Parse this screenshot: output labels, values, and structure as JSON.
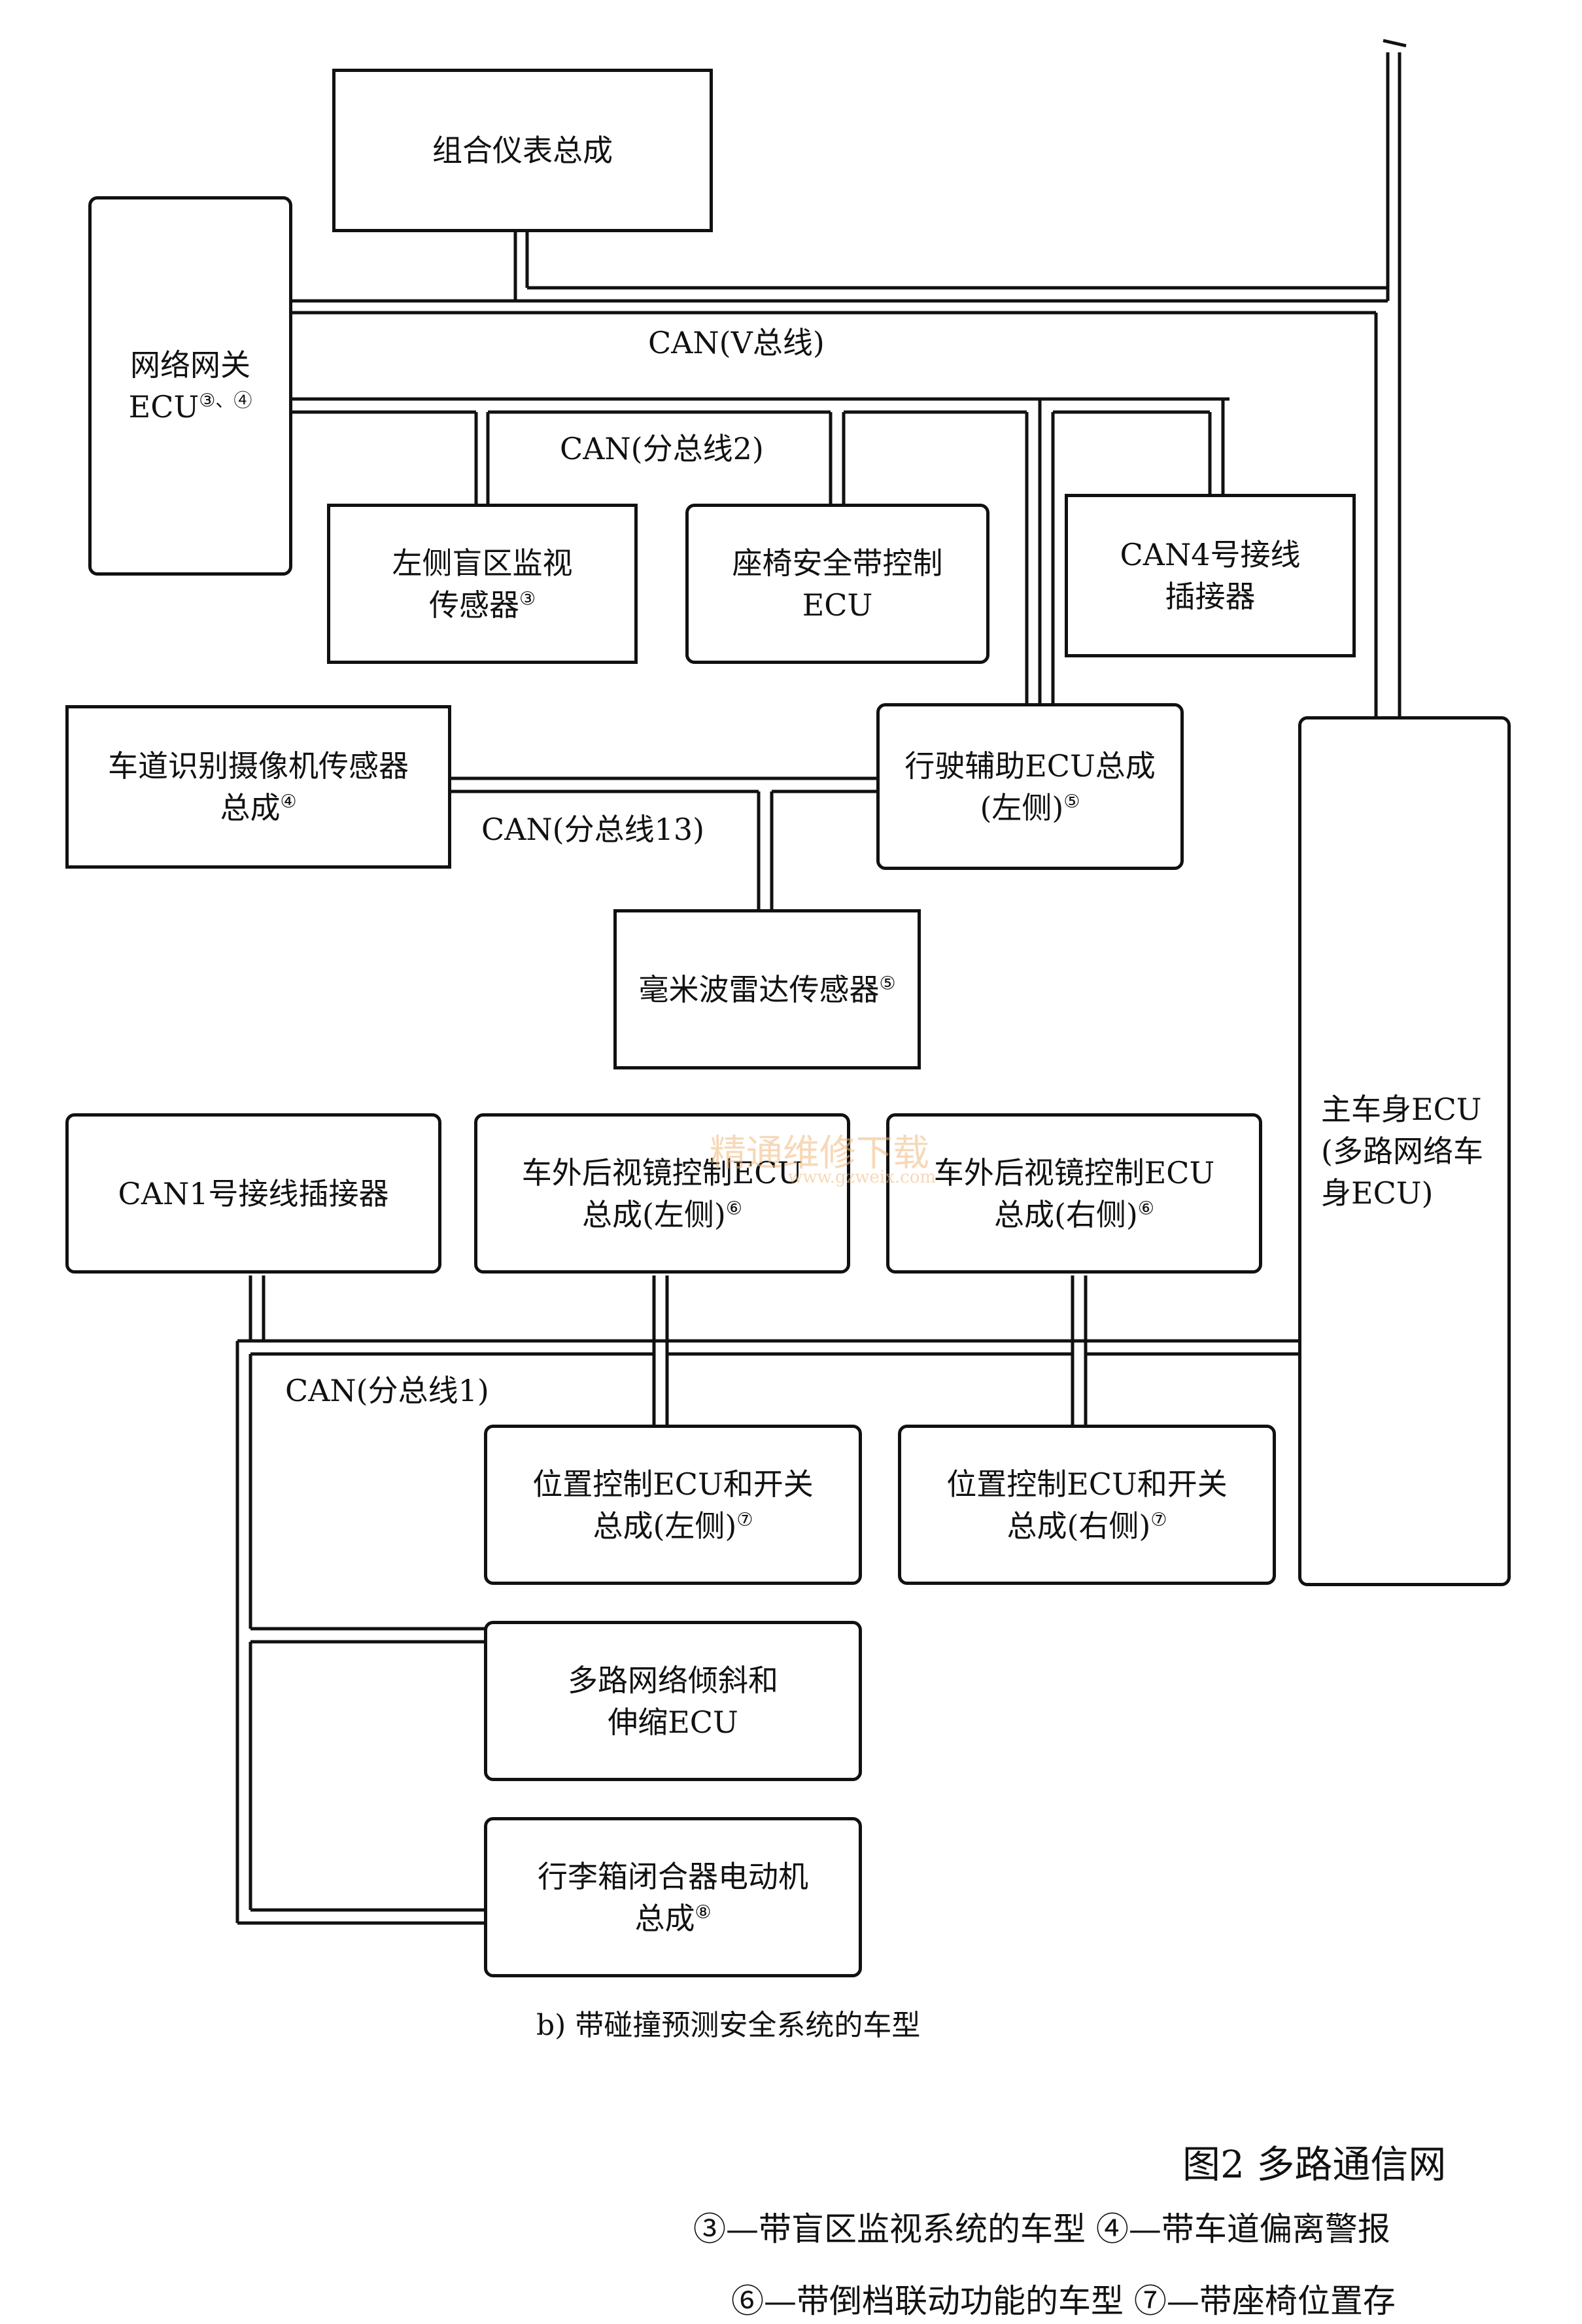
{
  "nodes": {
    "cluster": {
      "label": "组合仪表总成"
    },
    "gateway": {
      "line1": "网络网关",
      "line2": "ECU",
      "sup": "③、④"
    },
    "blind_spot": {
      "line1": "左侧盲区监视",
      "line2": "传感器",
      "sup": "③"
    },
    "seatbelt": {
      "line1": "座椅安全带控制",
      "line2": "ECU"
    },
    "can4": {
      "line1": "CAN4号接线",
      "line2": "插接器"
    },
    "lane_camera": {
      "line1": "车道识别摄像机传感器",
      "line2": "总成",
      "sup": "④"
    },
    "driving_assist": {
      "line1": "行驶辅助ECU总成",
      "line2": "(左侧)",
      "sup": "⑤"
    },
    "radar": {
      "line1": "毫米波雷达传感器",
      "sup": "⑤"
    },
    "main_body": {
      "line1": "主车身ECU",
      "line2": "(多路网络车",
      "line3": "身ECU)"
    },
    "can1": {
      "label": "CAN1号接线插接器"
    },
    "mirror_left": {
      "line1": "车外后视镜控制ECU",
      "line2": "总成(左侧)",
      "sup": "⑥"
    },
    "mirror_right": {
      "line1": "车外后视镜控制ECU",
      "line2": "总成(右侧)",
      "sup": "⑥"
    },
    "pos_left": {
      "line1": "位置控制ECU和开关",
      "line2": "总成(左侧)",
      "sup": "⑦"
    },
    "pos_right": {
      "line1": "位置控制ECU和开关",
      "line2": "总成(右侧)",
      "sup": "⑦"
    },
    "tilt": {
      "line1": "多路网络倾斜和",
      "line2": "伸缩ECU"
    },
    "trunk": {
      "line1": "行李箱闭合器电动机",
      "line2": "总成",
      "sup": "⑧"
    }
  },
  "bus_labels": {
    "v_bus": "CAN(V总线)",
    "sub2": "CAN(分总线2)",
    "sub13": "CAN(分总线13)",
    "sub1": "CAN(分总线1)"
  },
  "caption": "b) 带碰撞预测安全系统的车型",
  "figure_title": "图2  多路通信网",
  "legend": {
    "line1": "③—带盲区监视系统的车型   ④—带车道偏离警报",
    "line2": "⑥—带倒档联动功能的车型   ⑦—带座椅位置存"
  },
  "watermark": {
    "line1": "精通维修下载",
    "line2": "www.gzweix.com"
  }
}
